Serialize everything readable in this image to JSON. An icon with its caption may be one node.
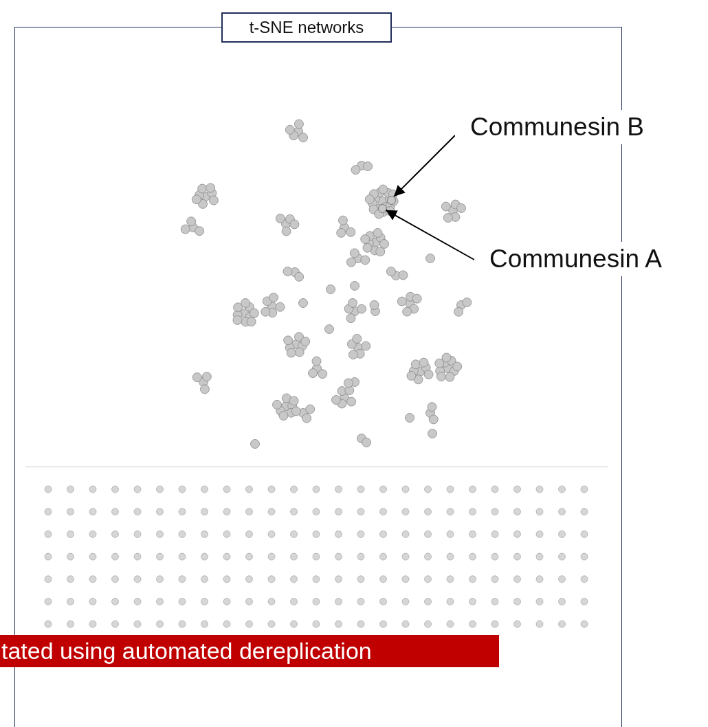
{
  "diagram": {
    "nodes": [
      {
        "text": [
          "t-SNE networks"
        ]
      },
      {
        "text": [
          "Communesin B"
        ]
      },
      {
        "text": [
          "Communesin A"
        ]
      },
      {
        "text": [],
        "shape": "circle",
        "in": 0
      },
      {
        "text": [],
        "shape": "circle",
        "in": 0
      }
    ],
    "edges": [
      {
        "from": 1,
        "to": 3,
        "arrow": "to"
      },
      {
        "from": 2,
        "to": 4,
        "arrow": "to"
      }
    ],
    "labels": [
      "tated using automated dereplication"
    ]
  }
}
